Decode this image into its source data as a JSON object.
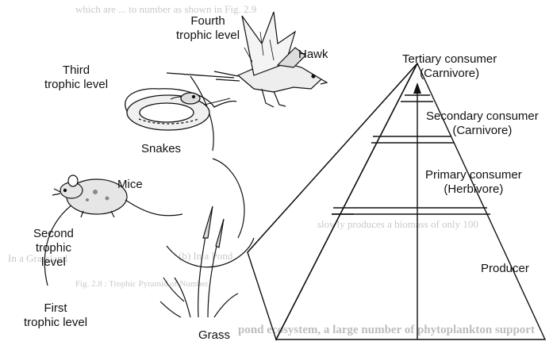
{
  "labels": {
    "fourth_level": [
      "Fourth",
      "trophic level"
    ],
    "hawk": "Hawk",
    "third_level": [
      "Third",
      "trophic level"
    ],
    "snakes": "Snakes",
    "mice": "Mice",
    "second_level": [
      "Second",
      "trophic",
      "level"
    ],
    "first_level": [
      "First",
      "trophic level"
    ],
    "grass": "Grass"
  },
  "pyramid": {
    "tertiary": [
      "Tertiary consumer",
      "(Carnivore)"
    ],
    "secondary": [
      "Secondary consumer",
      "(Carnivore)"
    ],
    "primary": [
      "Primary consumer",
      "(Herbivore)"
    ],
    "producer": "Producer"
  },
  "background_text": {
    "line1": "which are ... to number as shown in Fig. 2.9",
    "caption_a": "In a Grassland",
    "caption_b": "(b) In a Pond",
    "fig_caption": "Fig. 2.8 : Trophic Pyramid of Number",
    "body": "pond ecosystem, a large number of phytoplankton support",
    "body2": "slowly produces a biomass of only 100"
  },
  "colors": {
    "ink": "#111111",
    "faded": "#c9c9c9"
  }
}
